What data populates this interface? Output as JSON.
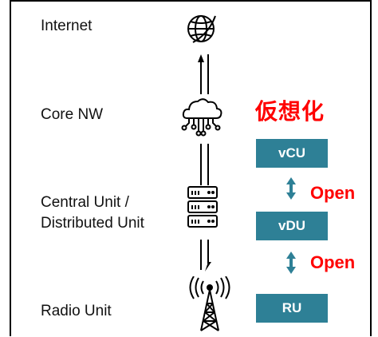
{
  "layers": {
    "internet": "Internet",
    "core": "Core NW",
    "cudu_line1": "Central Unit /",
    "cudu_line2": "Distributed Unit",
    "ru": "Radio Unit"
  },
  "virtualization_label": "仮想化",
  "boxes": {
    "vcu": "vCU",
    "vdu": "vDU",
    "ru": "RU"
  },
  "interfaces": {
    "open1": "Open",
    "open2": "Open"
  },
  "icons": [
    "globe-icon",
    "cloud-network-icon",
    "server-rack-icon",
    "radio-tower-icon"
  ],
  "colors": {
    "box": "#2e8096",
    "accent": "#ff0000",
    "arrow": "#2e8096"
  }
}
